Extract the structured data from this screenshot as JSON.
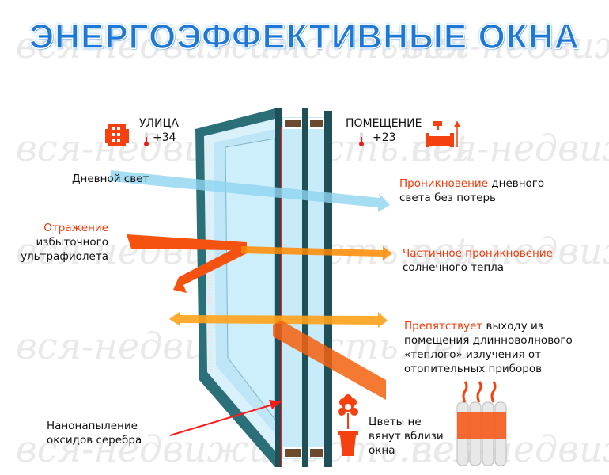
{
  "title": "ЭНЕРГОЭФФЕКТИВНЫЕ ОКНА",
  "watermark": "вся-недвижимость.net",
  "outside": {
    "label": "УЛИЦА",
    "temp": "+34"
  },
  "inside": {
    "label": "ПОМЕЩЕНИЕ",
    "temp": "+23"
  },
  "left_labels": {
    "daylight": "Дневной свет",
    "reflection_hl": "Отражение",
    "reflection_rest_1": "избыточного",
    "reflection_rest_2": "ультрафиолета",
    "coating_1": "Напыление",
    "coating_1_prefix": "Нано",
    "coating_2": "оксидов серебра"
  },
  "right_labels": {
    "p1_hl": "Проникновение",
    "p1_rest_1": " дневного",
    "p1_rest_2": "света без потерь",
    "p2_hl": "Частичное проникновение",
    "p2_rest": "солнечного тепла",
    "p3_hl": "Препятствует",
    "p3_rest_1": " выходу из",
    "p3_rest_2": "помещения длинноволнового",
    "p3_rest_3": "«теплого» излучения от",
    "p3_rest_4": "отопительных приборов",
    "flowers_1": "Цветы не",
    "flowers_2": "вянут вблизи",
    "flowers_3": "окна"
  },
  "colors": {
    "accent": "#f03c0c",
    "title": "#1e78d8",
    "frame": "#1f5f68",
    "daylight": "#8fd4f0",
    "heat": "#ff8a00"
  }
}
